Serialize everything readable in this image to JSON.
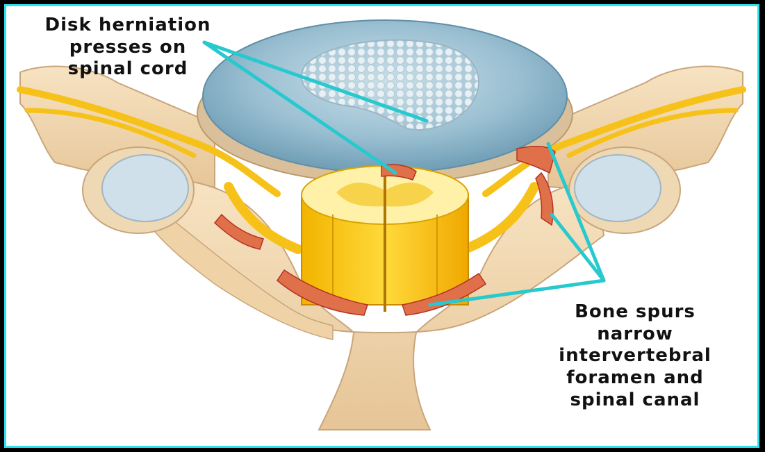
{
  "labels": {
    "disk_herniation": [
      "Disk herniation",
      "presses on",
      "spinal cord"
    ],
    "bone_spurs": [
      "Bone spurs",
      "narrow",
      "intervertebral",
      "foramen and",
      "spinal canal"
    ]
  },
  "colors": {
    "frame_border": "#2fe0ef",
    "leader_line": "#27c9cf",
    "bone": "#f3d9b0",
    "disk": "#8fb8cb",
    "spinal_cord": "#f7d21d",
    "nerve": "#f6c21a",
    "spur": "#d2452a"
  }
}
